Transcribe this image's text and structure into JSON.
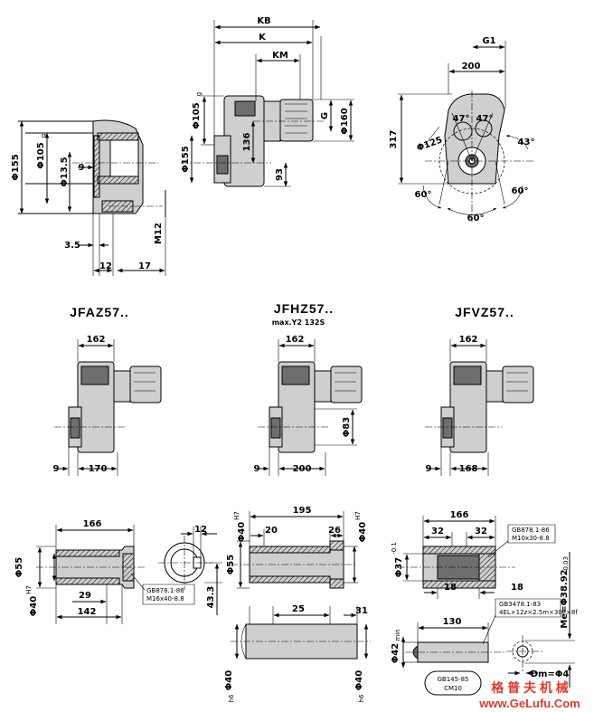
{
  "top_left_view": {
    "dims": [
      "Φ155",
      "Φ105",
      "Φ13.5",
      "9",
      "3.5",
      "12",
      "17",
      "M12"
    ],
    "phi105_sub": "g"
  },
  "top_middle_view": {
    "dims": [
      "KB",
      "K",
      "KM",
      "Φ105",
      "G",
      "Φ160",
      "136",
      "Φ155",
      "93"
    ],
    "phi105_sub": "g"
  },
  "top_right_view": {
    "dims": [
      "G1",
      "200",
      "317",
      "Φ125",
      "47°",
      "47°",
      "43°",
      "60°",
      "60°",
      "60°"
    ]
  },
  "variants": [
    {
      "title": "JFAZ57..",
      "subtitle": "",
      "width": "162",
      "left": "9",
      "bottom": "170",
      "extra": ""
    },
    {
      "title": "JFHZ57..",
      "subtitle": "max.Y2 132S",
      "width": "162",
      "left": "9",
      "bottom": "200",
      "extra": "Φ83"
    },
    {
      "title": "JFVZ57..",
      "subtitle": "",
      "width": "162",
      "left": "9",
      "bottom": "168",
      "extra": ""
    }
  ],
  "shaft_a": {
    "dims": [
      "166",
      "12",
      "Φ55",
      "Φ40",
      "29",
      "142",
      "43.3"
    ],
    "phi40_sup": "H7",
    "callout": [
      "GB878.1-86",
      "M16x40-8.8"
    ]
  },
  "shaft_h": {
    "dims": [
      "195",
      "20",
      "26",
      "Φ40",
      "Φ40",
      "Φ55",
      "25",
      "31",
      "Φ40",
      "Φ40"
    ],
    "phi40_sup": "H7",
    "phi40_sub": "h6"
  },
  "shaft_v": {
    "dims": [
      "166",
      "32",
      "32",
      "Φ37",
      "18",
      "18",
      "130",
      "Φ42",
      "Me=Φ38.92",
      "Dm=Φ4"
    ],
    "phi37_sup": "-0.1",
    "phi42_sub": "min",
    "me_sub": "-0.03",
    "callout_top": [
      "GB878.1-86",
      "M10x30-8.8"
    ],
    "callout_mid": [
      "GB3478.1-83",
      "4EL×12z×2.5m×30P×8f"
    ],
    "callout_bottom": [
      "GB145-85",
      "CM10"
    ]
  },
  "watermark": {
    "chinese": "格 普 夫 机 械",
    "url": "www.GeLufu.Com",
    "color": "#e03a2a"
  }
}
